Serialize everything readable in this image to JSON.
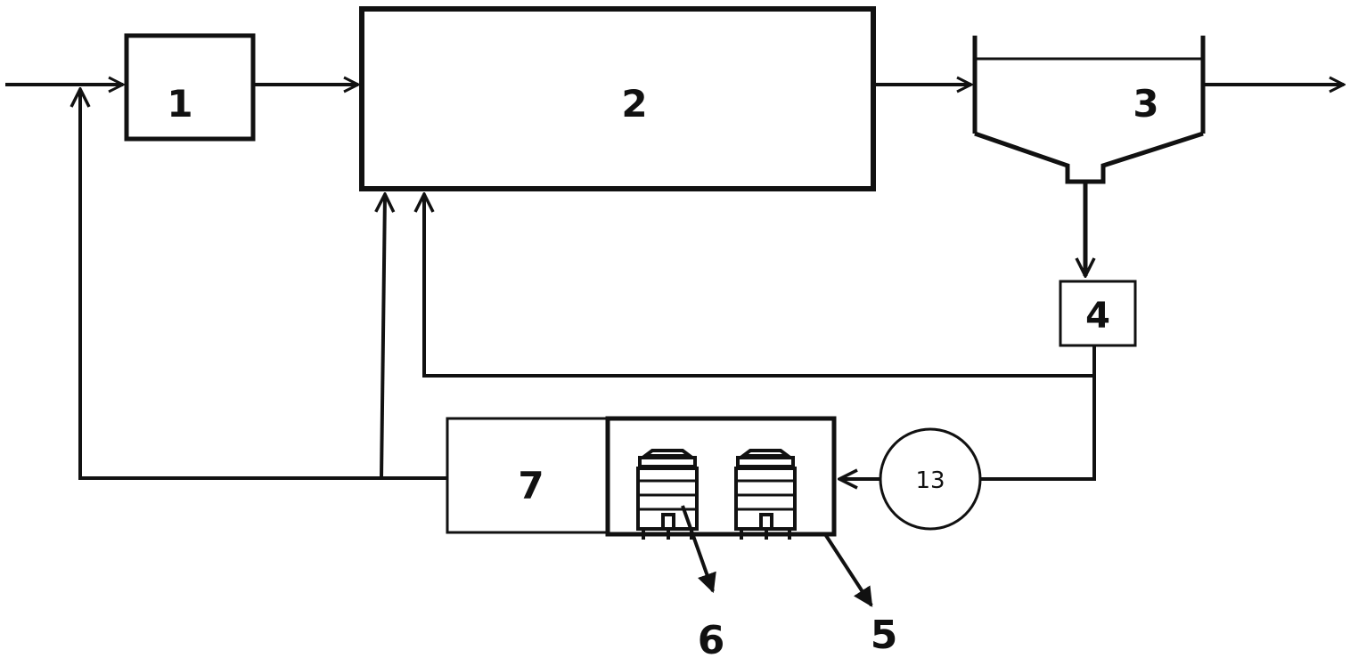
{
  "diagram": {
    "nodes": [
      {
        "id": "unit-1",
        "label": "1"
      },
      {
        "id": "unit-2",
        "label": "2"
      },
      {
        "id": "unit-3",
        "label": "3"
      },
      {
        "id": "unit-4",
        "label": "4"
      },
      {
        "id": "unit-7",
        "label": "7"
      },
      {
        "id": "unit-13",
        "label": "13"
      }
    ],
    "callouts": [
      {
        "id": "callout-6",
        "label": "6"
      },
      {
        "id": "callout-5",
        "label": "5"
      }
    ],
    "colors": {
      "stroke": "#111111",
      "background": "#ffffff"
    }
  }
}
